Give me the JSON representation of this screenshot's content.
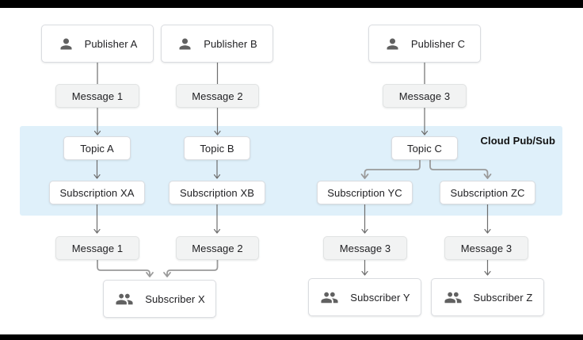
{
  "diagram": {
    "band": {
      "label": "Cloud Pub/Sub",
      "bg_color": "#dff0fa"
    },
    "nodes": {
      "publisher_a": "Publisher A",
      "publisher_b": "Publisher B",
      "publisher_c": "Publisher C",
      "message_1_top": "Message 1",
      "message_2_top": "Message 2",
      "message_3_top": "Message 3",
      "topic_a": "Topic A",
      "topic_b": "Topic B",
      "topic_c": "Topic C",
      "subscription_xa": "Subscription XA",
      "subscription_xb": "Subscription XB",
      "subscription_yc": "Subscription YC",
      "subscription_zc": "Subscription ZC",
      "message_1_bottom": "Message 1",
      "message_2_bottom": "Message 2",
      "message_3_bottom_left": "Message 3",
      "message_3_bottom_right": "Message 3",
      "subscriber_x": "Subscriber X",
      "subscriber_y": "Subscriber Y",
      "subscriber_z": "Subscriber Z"
    },
    "icons": {
      "publisher": "person-icon",
      "subscriber": "people-icon"
    },
    "colors": {
      "band_bg": "#dff0fa",
      "white_box_bg": "#ffffff",
      "message_box_bg": "#f2f3f3",
      "box_border": "#dadce0",
      "connector": "#6e6e6e",
      "elbow_connector": "#9a9a9a",
      "icon": "#616161",
      "text": "#212124",
      "letterbox": "#000000"
    },
    "edges": [
      {
        "from": "Publisher A",
        "to": "Message 1",
        "arrowhead": false
      },
      {
        "from": "Publisher B",
        "to": "Message 2",
        "arrowhead": false
      },
      {
        "from": "Publisher C",
        "to": "Message 3",
        "arrowhead": false
      },
      {
        "from": "Message 1",
        "to": "Topic A",
        "arrowhead": true
      },
      {
        "from": "Message 2",
        "to": "Topic B",
        "arrowhead": true
      },
      {
        "from": "Message 3",
        "to": "Topic C",
        "arrowhead": true
      },
      {
        "from": "Topic A",
        "to": "Subscription XA",
        "arrowhead": true
      },
      {
        "from": "Topic B",
        "to": "Subscription XB",
        "arrowhead": true
      },
      {
        "from": "Topic C",
        "to": "Subscription YC",
        "arrowhead": true
      },
      {
        "from": "Topic C",
        "to": "Subscription ZC",
        "arrowhead": true
      },
      {
        "from": "Subscription XA",
        "to": "Message 1",
        "arrowhead": true
      },
      {
        "from": "Subscription XB",
        "to": "Message 2",
        "arrowhead": true
      },
      {
        "from": "Subscription YC",
        "to": "Message 3",
        "arrowhead": true
      },
      {
        "from": "Subscription ZC",
        "to": "Message 3",
        "arrowhead": true
      },
      {
        "from": "Message 1",
        "to": "Subscriber X",
        "arrowhead": true
      },
      {
        "from": "Message 2",
        "to": "Subscriber X",
        "arrowhead": true
      },
      {
        "from": "Message 3",
        "to": "Subscriber Y",
        "arrowhead": true
      },
      {
        "from": "Message 3",
        "to": "Subscriber Z",
        "arrowhead": true
      }
    ]
  }
}
